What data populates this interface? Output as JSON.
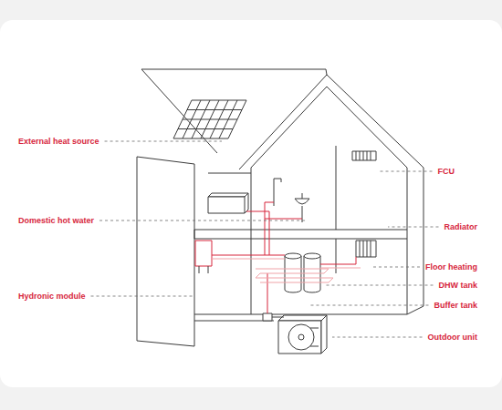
{
  "diagram": {
    "labels": [
      "External heat source",
      "FCU",
      "Domestic hot water",
      "Radiator",
      "Floor heating",
      "DHW tank",
      "Hydronic module",
      "Buffer tank",
      "Outdoor unit"
    ]
  }
}
